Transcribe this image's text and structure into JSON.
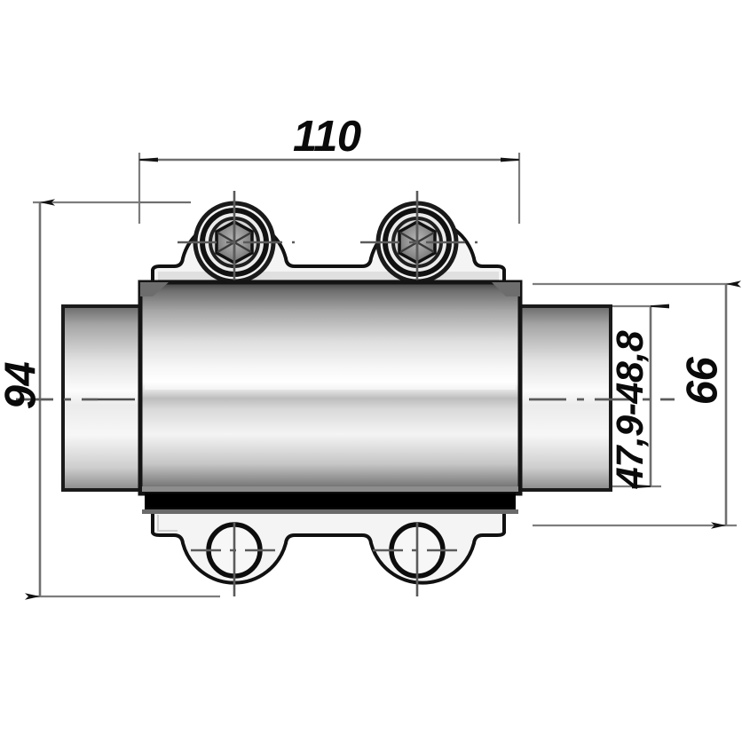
{
  "drawing": {
    "title": "Pipe repair clamp side view technical drawing",
    "type": "engineering-dimension-drawing",
    "units": "mm",
    "background_color": "#ffffff",
    "line_color": "#000000",
    "dimension_line_color": "#808080",
    "dimensions": {
      "width": {
        "label": "110",
        "name": "overall-width",
        "orientation": "horizontal",
        "position": "top"
      },
      "height_left": {
        "label": "94",
        "name": "overall-height",
        "orientation": "vertical",
        "position": "left"
      },
      "height_right": {
        "label": "66",
        "name": "body-height",
        "orientation": "vertical",
        "position": "right-outer"
      },
      "pipe_diameter": {
        "label": "47,9-48,8",
        "name": "pipe-diameter-range",
        "orientation": "vertical",
        "position": "right-inner"
      }
    },
    "components": {
      "pipe": "horizontal-cylinder",
      "clamp_body": "central-saddle-clamp",
      "top_bolts": 2,
      "bottom_holes": 2,
      "gasket_band": "dark-band-under-clamp"
    },
    "colors": {
      "metal_dark": "#4a4a4a",
      "metal_mid": "#9a9a9a",
      "metal_light": "#f2f2f2",
      "shadow_black": "#050505",
      "outline": "#111111",
      "dimension_gray": "#7d7d7d",
      "fill_pale": "#f4f4f4"
    }
  }
}
